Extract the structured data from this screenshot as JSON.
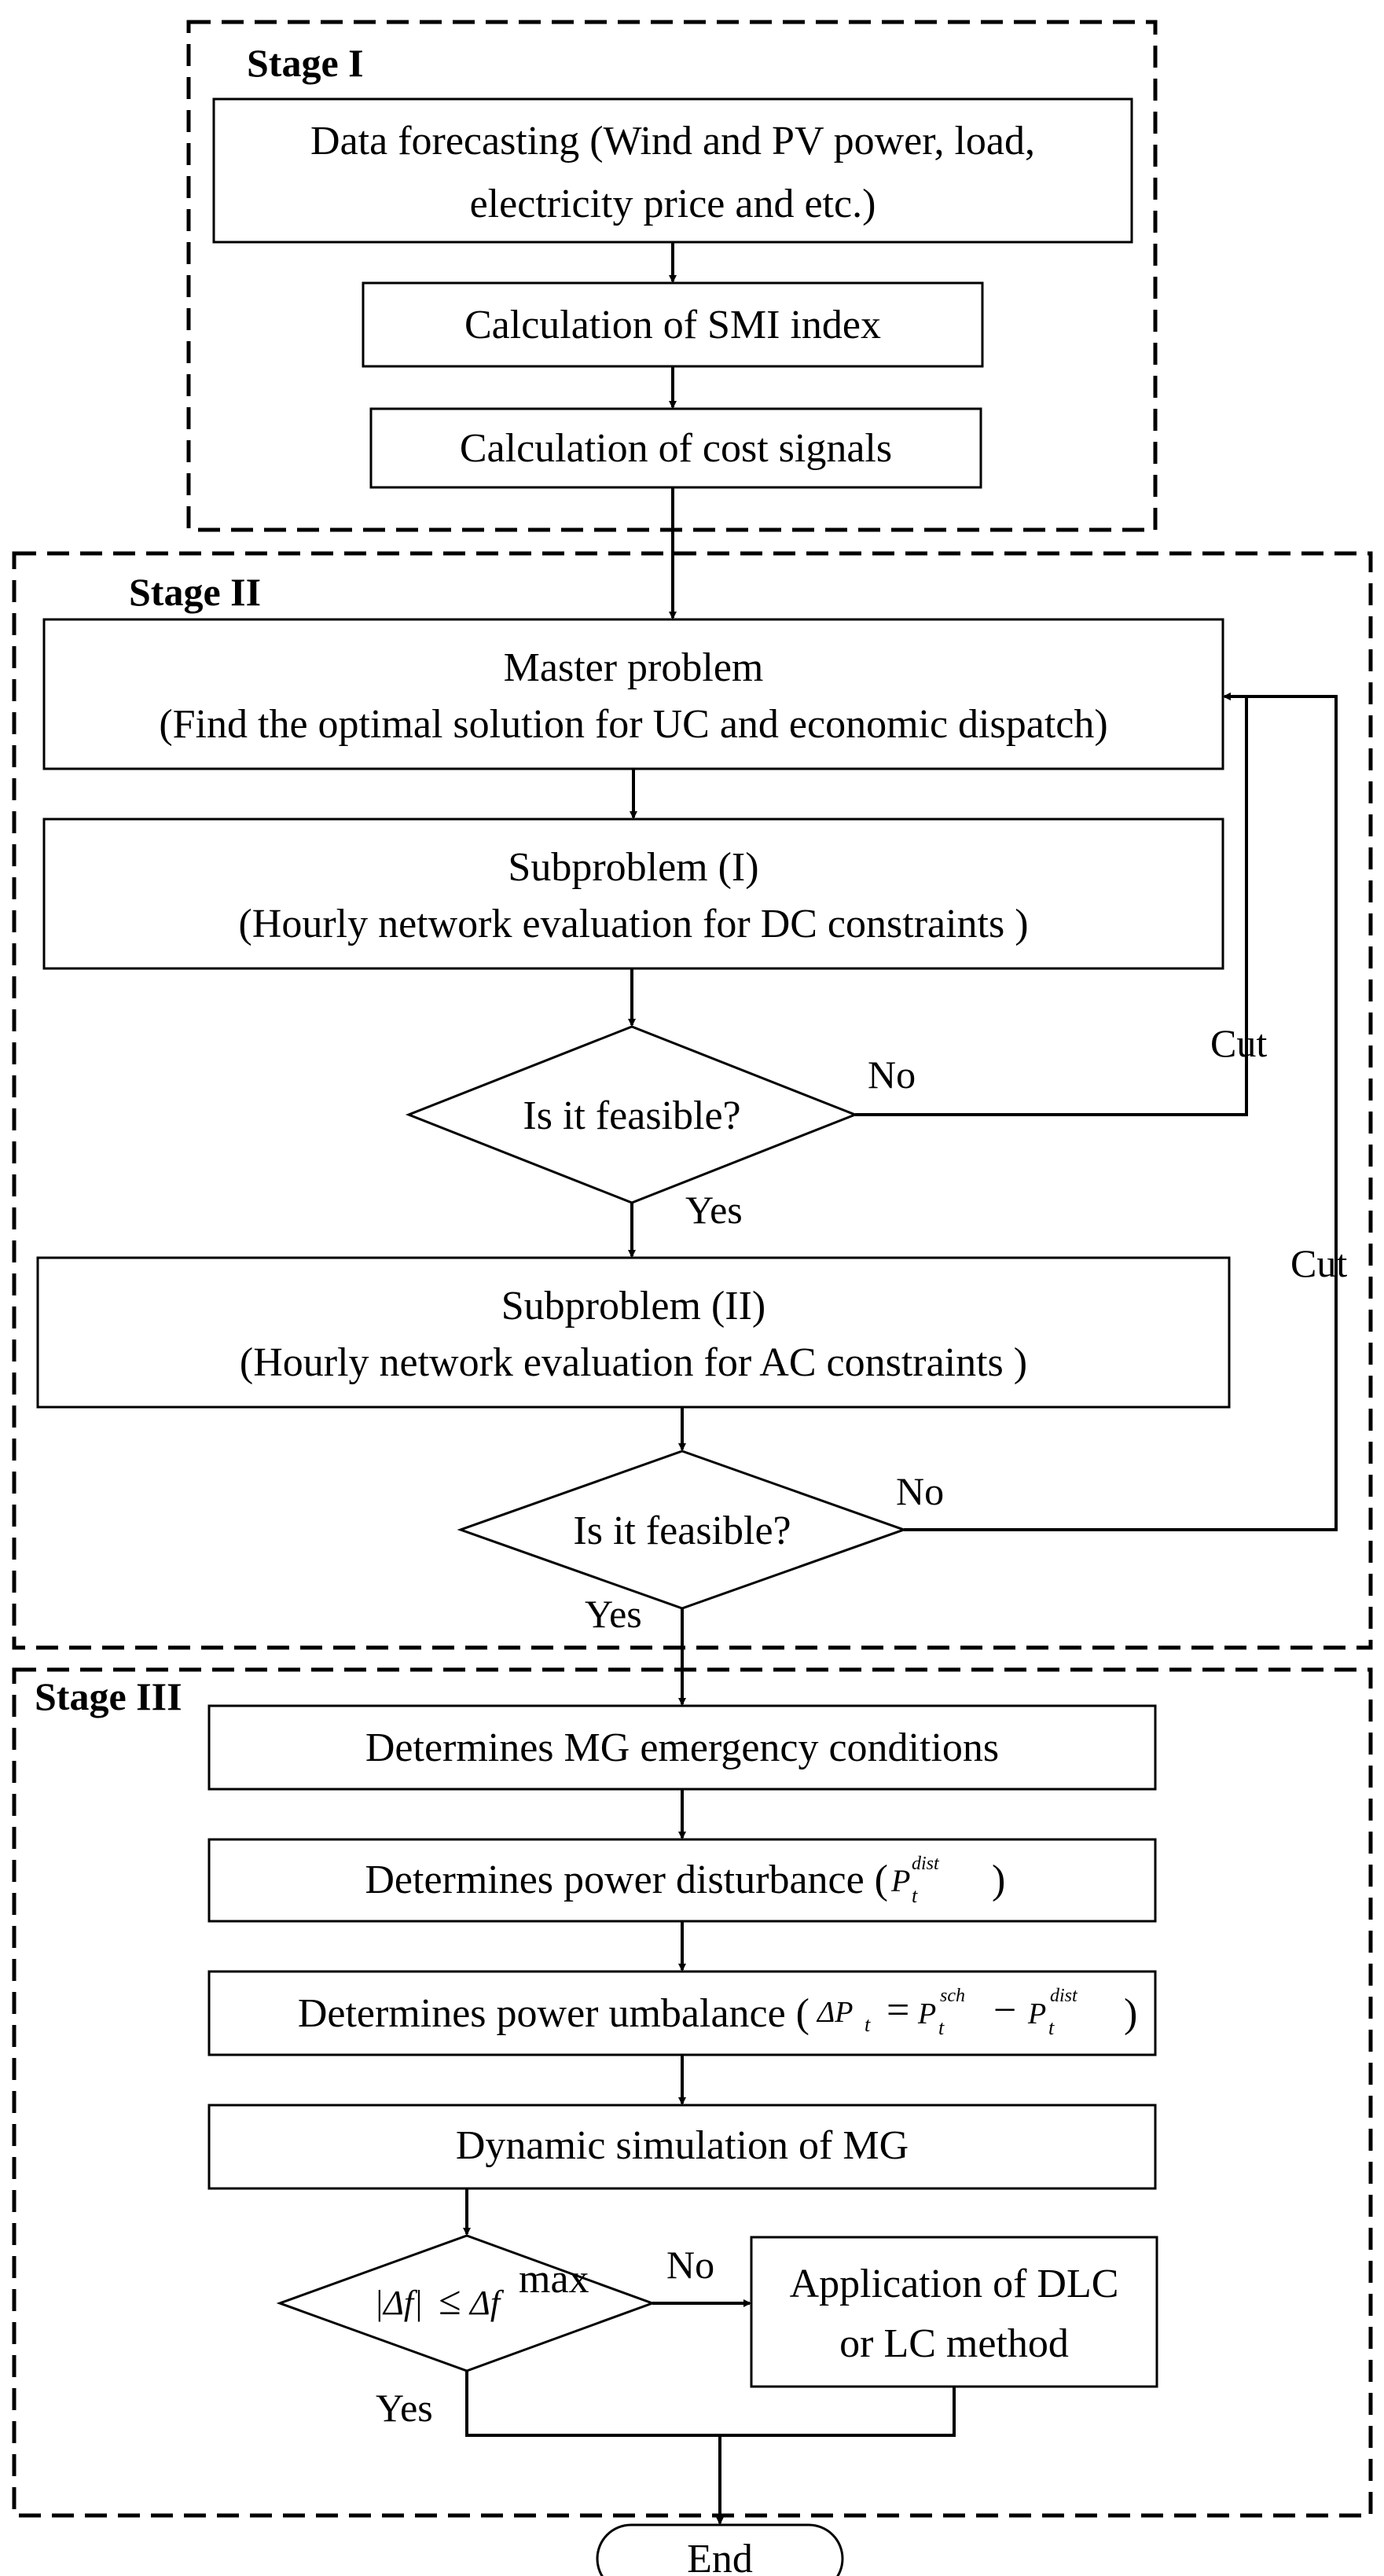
{
  "stages": {
    "stage1": "Stage I",
    "stage2": "Stage II",
    "stage3": "Stage III"
  },
  "nodes": {
    "forecast_line1": "Data forecasting (Wind and PV power,  load,",
    "forecast_line2": "electricity price and etc.)",
    "smi": "Calculation of SMI index",
    "cost": "Calculation of cost signals",
    "master_line1": "Master problem",
    "master_line2": "(Find the optimal solution for UC and economic dispatch)",
    "sub1_line1": "Subproblem (I)",
    "sub1_line2": "(Hourly network evaluation for DC constraints )",
    "feasible1": "Is it feasible?",
    "sub2_line1": "Subproblem (II)",
    "sub2_line2": "(Hourly network evaluation for AC constraints )",
    "feasible2": "Is it feasible?",
    "emergency": "Determines MG emergency conditions",
    "disturbance": "Determines power disturbance (",
    "disturbance_close": ")",
    "umbalance": "Determines power umbalance (",
    "umbalance_close": ")",
    "dynamic": "Dynamic simulation of MG",
    "dlc_line1": "Application of DLC",
    "dlc_line2": "or LC method",
    "end": "End"
  },
  "edges": {
    "no1": "No",
    "cut1": "Cut",
    "yes1": "Yes",
    "no2": "No",
    "cut2": "Cut",
    "yes2": "Yes",
    "no3": "No",
    "yes3": "Yes"
  },
  "math": {
    "P": "P",
    "t": "t",
    "dist": "dist",
    "sch": "sch",
    "delta_P": "ΔP",
    "equals": "=",
    "minus": "−",
    "abs_delta_f": "|Δf|",
    "leq": "≤",
    "delta_f": "Δf",
    "max": "max"
  }
}
